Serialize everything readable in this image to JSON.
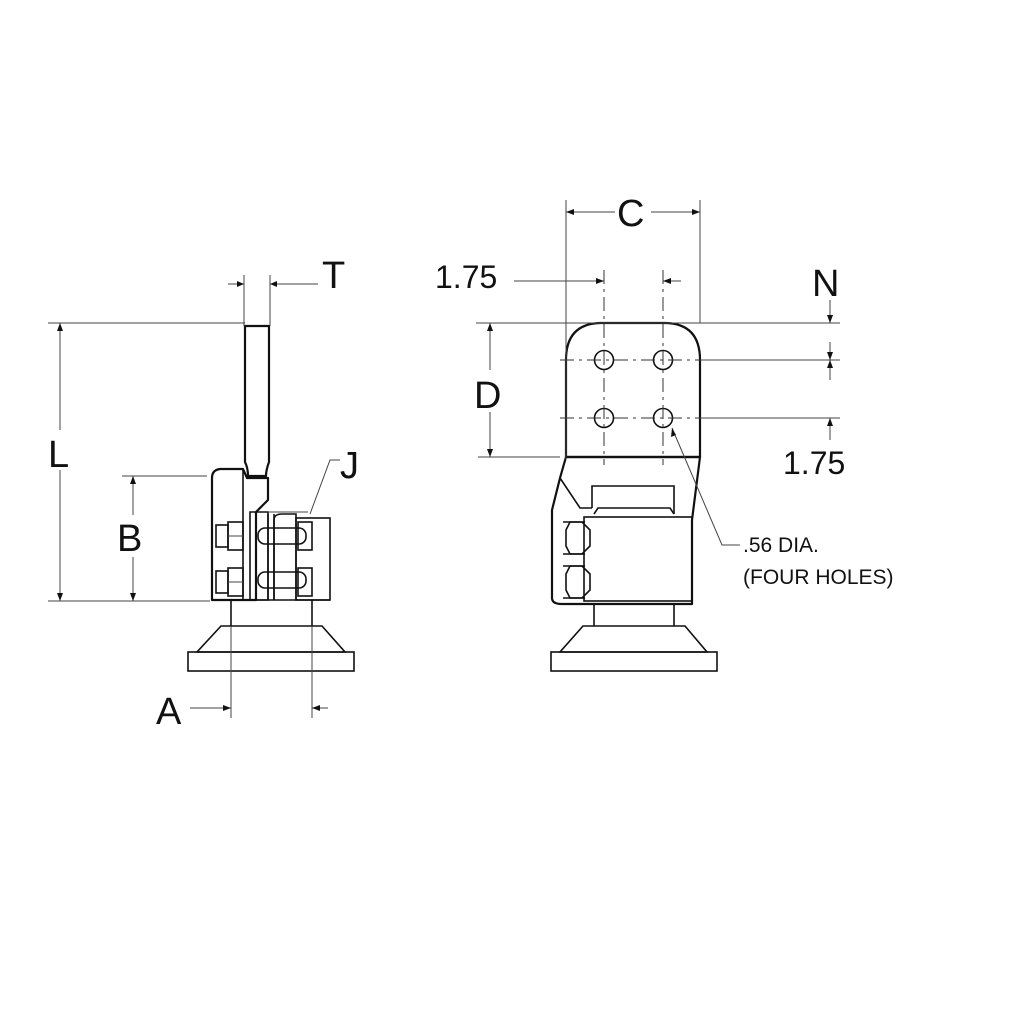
{
  "drawing": {
    "side_view": {
      "labels": {
        "T": "T",
        "L": "L",
        "B": "B",
        "J": "J",
        "A": "A"
      }
    },
    "front_view": {
      "labels": {
        "C": "C",
        "D": "D",
        "N": "N",
        "hole_spacing_horizontal": "1.75",
        "hole_spacing_vertical": "1.75",
        "hole_note_line1": ".56 DIA.",
        "hole_note_line2": "(FOUR HOLES)"
      },
      "hole_count": 4
    },
    "colors": {
      "line": "#111111",
      "background": "#ffffff"
    }
  }
}
